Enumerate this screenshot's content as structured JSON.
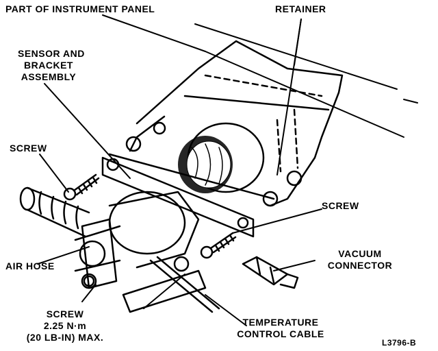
{
  "labels": {
    "instrument_panel": "PART OF INSTRUMENT PANEL",
    "retainer": "RETAINER",
    "sensor_line1": "SENSOR AND",
    "sensor_line2": "BRACKET",
    "sensor_line3": "ASSEMBLY",
    "screw_left": "SCREW",
    "screw_right": "SCREW",
    "vacuum_line1": "VACUUM",
    "vacuum_line2": "CONNECTOR",
    "air_hose": "AIR HOSE",
    "screw_bottom_line1": "SCREW",
    "screw_bottom_line2": "2.25 N·m",
    "screw_bottom_line3": "(20 LB-IN) MAX.",
    "temp_line1": "TEMPERATURE",
    "temp_line2": "CONTROL CABLE",
    "figure_code": "L3796-B"
  }
}
